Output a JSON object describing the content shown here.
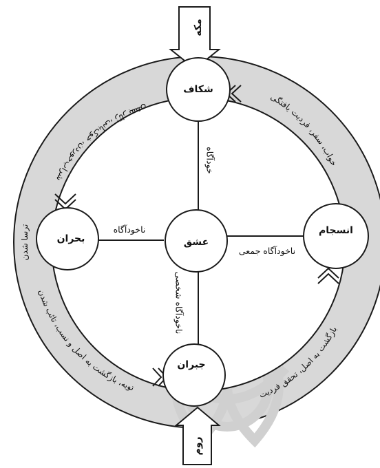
{
  "colors": {
    "ring_fill": "#d8d8d8",
    "inner_fill": "#ffffff",
    "stroke": "#1a1a1a",
    "watermark": "#d6d6d6"
  },
  "nodes": {
    "top": "شکاف",
    "right": "انسجام",
    "left": "بحران",
    "bottom": "جبران",
    "center": "عشق"
  },
  "edges": {
    "center_top": "خودآگاه",
    "center_left": "ناخودآگاه",
    "center_right": "ناخودآگاه جمعی",
    "center_bottom": "ناخودآگاه شخصی"
  },
  "arcs": {
    "top_left": "شراب‌خوردن، خوک‌بانی، زنّار بستن",
    "top_right": "خواب، سفر، فردیت یافتگی",
    "left_bottom": "توبه، بازگشت به اصل و نسب، تائب شدن",
    "bottom_right": "بازگشت به اصل، تحقق فردیت",
    "left_outer": "ترسا شدن"
  },
  "entries": {
    "top": "مکه",
    "bottom": "روم"
  },
  "watermark_icon": "arabesque-watermark-icon"
}
